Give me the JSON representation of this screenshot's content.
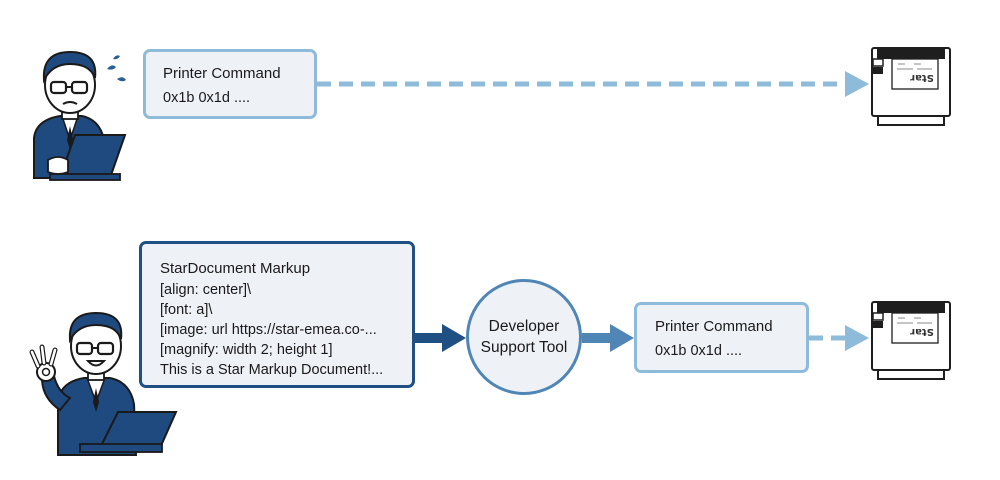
{
  "top_flow": {
    "command_box": {
      "title": "Printer Command",
      "code": "0x1b 0x1d ...."
    }
  },
  "bottom_flow": {
    "markup_box": {
      "title": "StarDocument Markup",
      "lines": [
        "[align: center]\\",
        "[font: a]\\",
        "[image: url https://star-emea.co-...",
        "[magnify: width 2; height 1]",
        "This is a Star Markup Document!..."
      ]
    },
    "tool": {
      "line1": "Developer",
      "line2": "Support Tool"
    },
    "command_box": {
      "title": "Printer Command",
      "code": "0x1b 0x1d ...."
    }
  },
  "printer_label": "Star",
  "colors": {
    "dark_navy": "#1f4f83",
    "mid_blue": "#4f86b6",
    "light_blue": "#8dbbd9",
    "box_fill": "#eef2f7",
    "person_blue": "#1f4a80"
  },
  "icons": [
    "developer-worried-icon",
    "developer-ok-icon",
    "printer-icon",
    "arrow-icon"
  ]
}
